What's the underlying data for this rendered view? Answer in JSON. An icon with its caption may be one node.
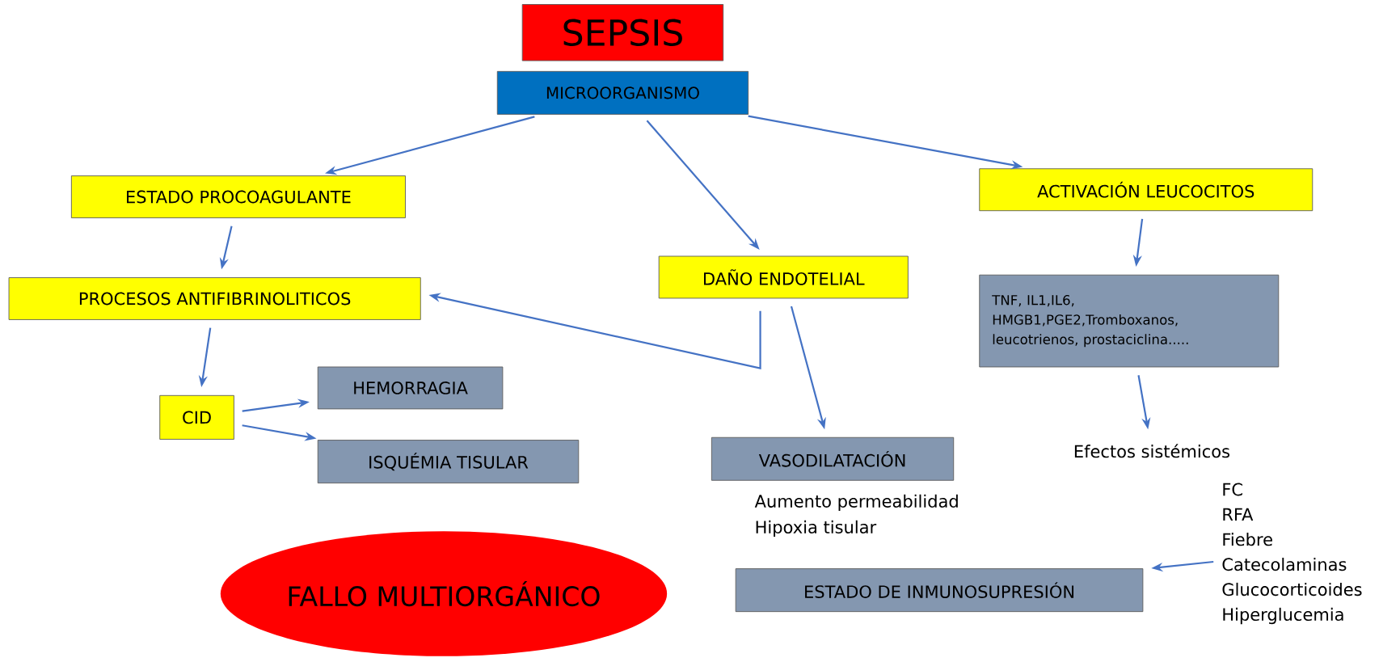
{
  "diagram": {
    "nodes": [
      {
        "text": [
          "SEPSIS"
        ]
      },
      {
        "text": [
          "MICROORGANISMO"
        ]
      },
      {
        "text": [
          "ESTADO PROCOAGULANTE"
        ]
      },
      {
        "text": [
          "PROCESOS ANTIFIBRINOLITICOS"
        ]
      },
      {
        "text": [
          "CID"
        ]
      },
      {
        "text": [
          "HEMORRAGIA"
        ]
      },
      {
        "text": [
          "ISQUÉMIA TISULAR"
        ]
      },
      {
        "text": [
          "DAÑO ENDOTELIAL"
        ]
      },
      {
        "text": [
          "VASODILATACIÓN"
        ],
        "beside": [
          "Aumento permeabilidad",
          "Hipoxia tisular"
        ]
      },
      {
        "text": [
          "ACTIVACIÓN LEUCOCITOS"
        ]
      },
      {
        "text": [
          "TNF, IL1,IL6, HMGB1,PGE2,Tromboxanos, leucotrienos, prostaciclina....."
        ]
      },
      {
        "text": [
          "Efectos sistémicos"
        ]
      },
      {
        "text": [
          "FC",
          "RFA",
          "Fiebre",
          "Catecolaminas",
          "Glucocorticoides",
          "Hiperglucemia"
        ]
      },
      {
        "text": [
          "ESTADO DE INMUNOSUPRESIÓN"
        ]
      },
      {
        "text": [
          "FALLO MULTIORGÁNICO"
        ]
      }
    ],
    "edges": [
      {
        "from": 1,
        "to": 2,
        "arrow": "to"
      },
      {
        "from": 1,
        "to": 7,
        "arrow": "to"
      },
      {
        "from": 1,
        "to": 9,
        "arrow": "to"
      },
      {
        "from": 2,
        "to": 3,
        "arrow": "to"
      },
      {
        "from": 3,
        "to": 4,
        "arrow": "to"
      },
      {
        "from": 4,
        "to": 5,
        "arrow": "to"
      },
      {
        "from": 4,
        "to": 6,
        "arrow": "to"
      },
      {
        "from": 7,
        "to": 3,
        "arrow": "to"
      },
      {
        "from": 7,
        "to": 8,
        "arrow": "to"
      },
      {
        "from": 9,
        "to": 10,
        "arrow": "to"
      },
      {
        "from": 10,
        "to": 11,
        "arrow": "to"
      },
      {
        "from": 12,
        "to": 13,
        "arrow": "to"
      }
    ]
  }
}
